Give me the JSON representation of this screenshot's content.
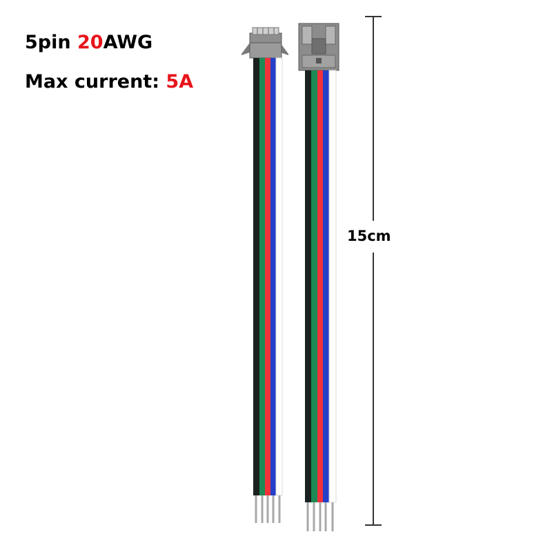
{
  "title": {
    "pin_text": "5pin ",
    "awg_number": "20",
    "awg_unit": "AWG",
    "current_label": "Max current: ",
    "current_value": "5A"
  },
  "dimension": {
    "length_label": "15cm"
  },
  "colors": {
    "accent": "#e8141b",
    "wire_black": "#1a2220",
    "wire_green": "#1d8a55",
    "wire_red": "#f2323a",
    "wire_blue": "#2540c8",
    "wire_white": "#ffffff",
    "connector": "#8e8e8e",
    "pin": "#a8a8a8"
  },
  "product": {
    "pin_count": 5,
    "wire_order_left": [
      "black",
      "green",
      "red",
      "blue",
      "white"
    ],
    "wire_order_right": [
      "black",
      "green",
      "red",
      "blue",
      "white"
    ]
  }
}
